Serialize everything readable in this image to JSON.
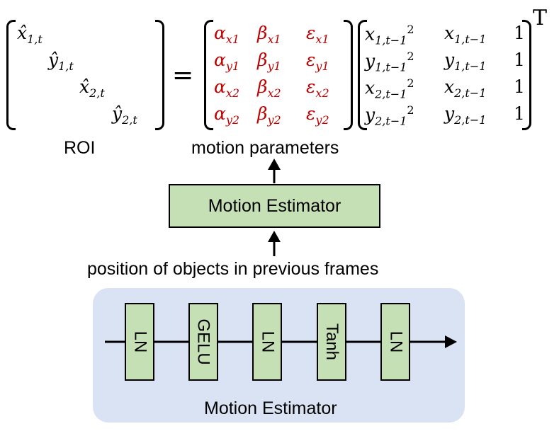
{
  "equation": {
    "roi": {
      "entries": [
        "x̂",
        "ŷ",
        "x̂",
        "ŷ"
      ],
      "subs": [
        "1,t",
        "1,t",
        "2,t",
        "2,t"
      ],
      "caption": "ROI"
    },
    "equals": "=",
    "params": {
      "rows": [
        [
          [
            "α",
            "x1"
          ],
          [
            "β",
            "x1"
          ],
          [
            "ε",
            "x1"
          ]
        ],
        [
          [
            "α",
            "y1"
          ],
          [
            "β",
            "y1"
          ],
          [
            "ε",
            "y1"
          ]
        ],
        [
          [
            "α",
            "x2"
          ],
          [
            "β",
            "x2"
          ],
          [
            "ε",
            "x2"
          ]
        ],
        [
          [
            "α",
            "y2"
          ],
          [
            "β",
            "y2"
          ],
          [
            "ε",
            "y2"
          ]
        ]
      ],
      "caption": "motion parameters",
      "color": "#c00000"
    },
    "positions": {
      "rows": [
        {
          "sq_base": "x",
          "sq_sub": "1,t−1",
          "sq_sup": "2",
          "lin_base": "x",
          "lin_sub": "1,t−1",
          "one": "1"
        },
        {
          "sq_base": "y",
          "sq_sub": "1,t−1",
          "sq_sup": "2",
          "lin_base": "y",
          "lin_sub": "1,t−1",
          "one": "1"
        },
        {
          "sq_base": "x",
          "sq_sub": "2,t−1",
          "sq_sup": "2",
          "lin_base": "x",
          "lin_sub": "2,t−1",
          "one": "1"
        },
        {
          "sq_base": "y",
          "sq_sub": "2,t−1",
          "sq_sup": "2",
          "lin_base": "y",
          "lin_sub": "2,t−1",
          "one": "1"
        }
      ],
      "transpose": "T"
    }
  },
  "estimator_box": {
    "label": "Motion Estimator",
    "color": "#c5e0b4"
  },
  "input_caption": "position of objects in previous frames",
  "detail_panel": {
    "background": "#dae3f3",
    "layers": [
      "LN",
      "GELU",
      "LN",
      "Tanh",
      "LN"
    ],
    "caption": "Motion Estimator"
  }
}
